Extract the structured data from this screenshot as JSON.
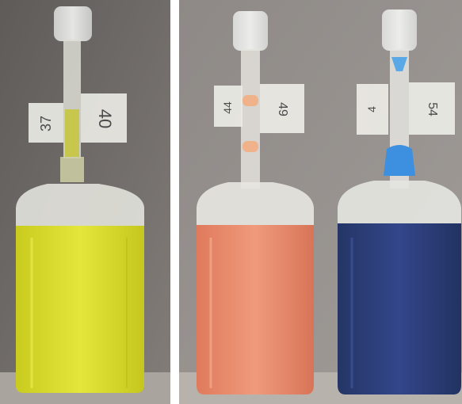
{
  "scene": {
    "background_color": "#ffffff",
    "wall_color_left": "#6e6a68",
    "wall_color_right": "#8a8683",
    "shelf_color": "#b8b2ad"
  },
  "bottles": [
    {
      "label_left": "37",
      "label_right": "40",
      "liquid_color": "#d9dc2a",
      "panel": "left"
    },
    {
      "label_left": "44",
      "label_right": "49",
      "liquid_color": "#e8886a",
      "panel": "right"
    },
    {
      "label_left": "4",
      "label_right": "54",
      "liquid_color": "#2c3f7a",
      "panel": "right"
    }
  ]
}
